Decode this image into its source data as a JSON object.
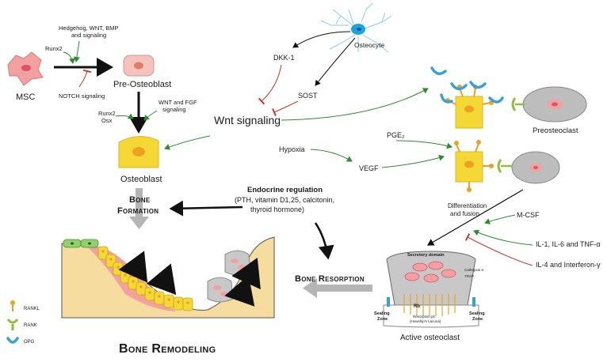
{
  "title": "Bone Remodeling",
  "cells": {
    "msc": "MSC",
    "pre_osteoblast": "Pre-Osteoblast",
    "osteoblast": "Osteoblast",
    "osteocyte": "Osteocyte",
    "preosteoclast": "Preosteoclast",
    "active_osteoclast": "Active osteoclast"
  },
  "signals": {
    "hedgehog_line1": "Hedgehog, WNT, BMP",
    "hedgehog_line2": "and signaling",
    "runx2_top": "Runx2",
    "notch": "NOTCH signaling",
    "runx2_mid": "Runx2",
    "osx": "Osx",
    "wnt_fgf_line1": "WNT and FGF",
    "wnt_fgf_line2": "signaling",
    "dkk1": "DKK-1",
    "sost": "SOST",
    "wnt_signaling": "Wnt signaling",
    "hypoxia": "Hypoxia",
    "vegf": "VEGF",
    "pge2": "PGE₂",
    "diff_line1": "Differentiation",
    "diff_line2": "and fusion",
    "mcsf": "M-CSF",
    "il_tnf": "IL-1, IL-6 and TNF-α",
    "il4_ifn": "IL-4 and Interferon-γ"
  },
  "endocrine": {
    "heading": "Endocrine regulation",
    "line1": "(PTH, vitamin D1,25, calcitonin,",
    "line2": "thyroid hormone)"
  },
  "processes": {
    "bone_formation_line1": "Bone",
    "bone_formation_line2": "Formation",
    "bone_resorption": "Bone Resorption"
  },
  "osteoclast_detail": {
    "secretory_domain": "Secretory domain",
    "cathepsin": "Cathepsin K",
    "trap": "TRAP",
    "rb": "Rb",
    "pit_line1": "Resorption pit",
    "pit_line2": "(Howship's Lacuna)",
    "sealing_left_1": "Sealing",
    "sealing_left_2": "Zone",
    "sealing_right_1": "Sealing",
    "sealing_right_2": "Zone"
  },
  "legend": {
    "rankl": "RANKL",
    "rank": "RANK",
    "opg": "OPG"
  },
  "colors": {
    "activation": "#2e8b2e",
    "inhibition": "#c0392b",
    "osteoblast_fill": "#f5d835",
    "nucleus": "#f0a020",
    "bone": "#f7dca0",
    "rankl": "#f0a020",
    "rank": "#8fbf3a",
    "opg": "#3aa0d8",
    "osteoclast": "#bdbdbd"
  }
}
